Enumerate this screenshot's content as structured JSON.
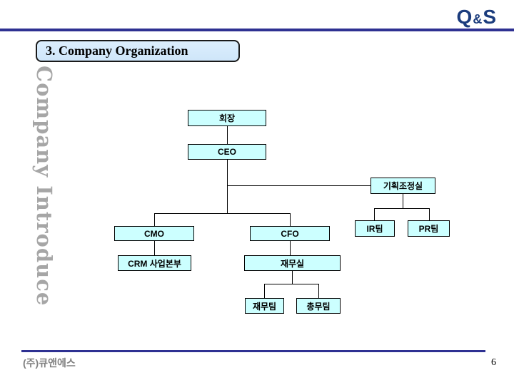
{
  "logo": {
    "part1": "Q",
    "part2": "&",
    "part3": "S"
  },
  "slide_title": "3. Company Organization",
  "side_label": "Company Introduce",
  "org_chart": {
    "nodes": {
      "chairman": "회장",
      "ceo": "CEO",
      "planning_office": "기획조정실",
      "ir_team": "IR팀",
      "pr_team": "PR팀",
      "cmo": "CMO",
      "cfo": "CFO",
      "crm_division": "CRM 사업본부",
      "finance_office": "재무실",
      "finance_team": "재무팀",
      "general_affairs_team": "총무팀"
    },
    "hierarchy": [
      {
        "parent": "회장",
        "child": "CEO"
      },
      {
        "parent": "CEO",
        "child": "기획조정실"
      },
      {
        "parent": "기획조정실",
        "child": "IR팀"
      },
      {
        "parent": "기획조정실",
        "child": "PR팀"
      },
      {
        "parent": "CEO",
        "child": "CMO"
      },
      {
        "parent": "CEO",
        "child": "CFO"
      },
      {
        "parent": "CMO",
        "child": "CRM 사업본부"
      },
      {
        "parent": "CFO",
        "child": "재무실"
      },
      {
        "parent": "재무실",
        "child": "재무팀"
      },
      {
        "parent": "재무실",
        "child": "총무팀"
      }
    ]
  },
  "footer": {
    "company_name": "(주)큐앤에스",
    "page_number": "6"
  },
  "colors": {
    "accent_navy": "#2E3192",
    "logo_navy": "#1B3C7D",
    "node_fill": "#CCFFFF",
    "title_box_fill": "#D6EAFC",
    "side_label_gray": "#A6A6A6",
    "footer_gray": "#808080"
  }
}
